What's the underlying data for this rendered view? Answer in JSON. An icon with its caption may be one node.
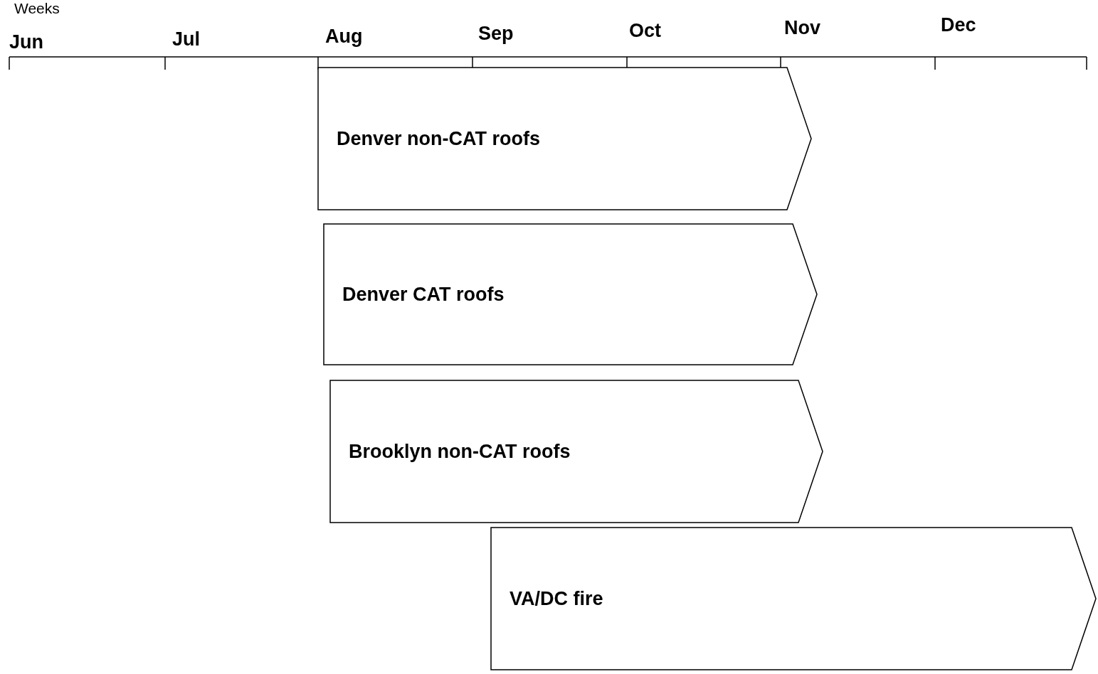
{
  "diagram": {
    "nodes": [
      {
        "text": [
          "Denver non-CAT roofs"
        ]
      },
      {
        "text": [
          "Denver CAT roofs"
        ]
      },
      {
        "text": [
          "Brooklyn non-CAT roofs"
        ]
      },
      {
        "text": [
          "VA/DC fire"
        ]
      }
    ],
    "labels": [
      "Weeks",
      "Jun",
      "Jul",
      "Aug",
      "Sep",
      "Oct",
      "Nov",
      "Dec"
    ]
  }
}
